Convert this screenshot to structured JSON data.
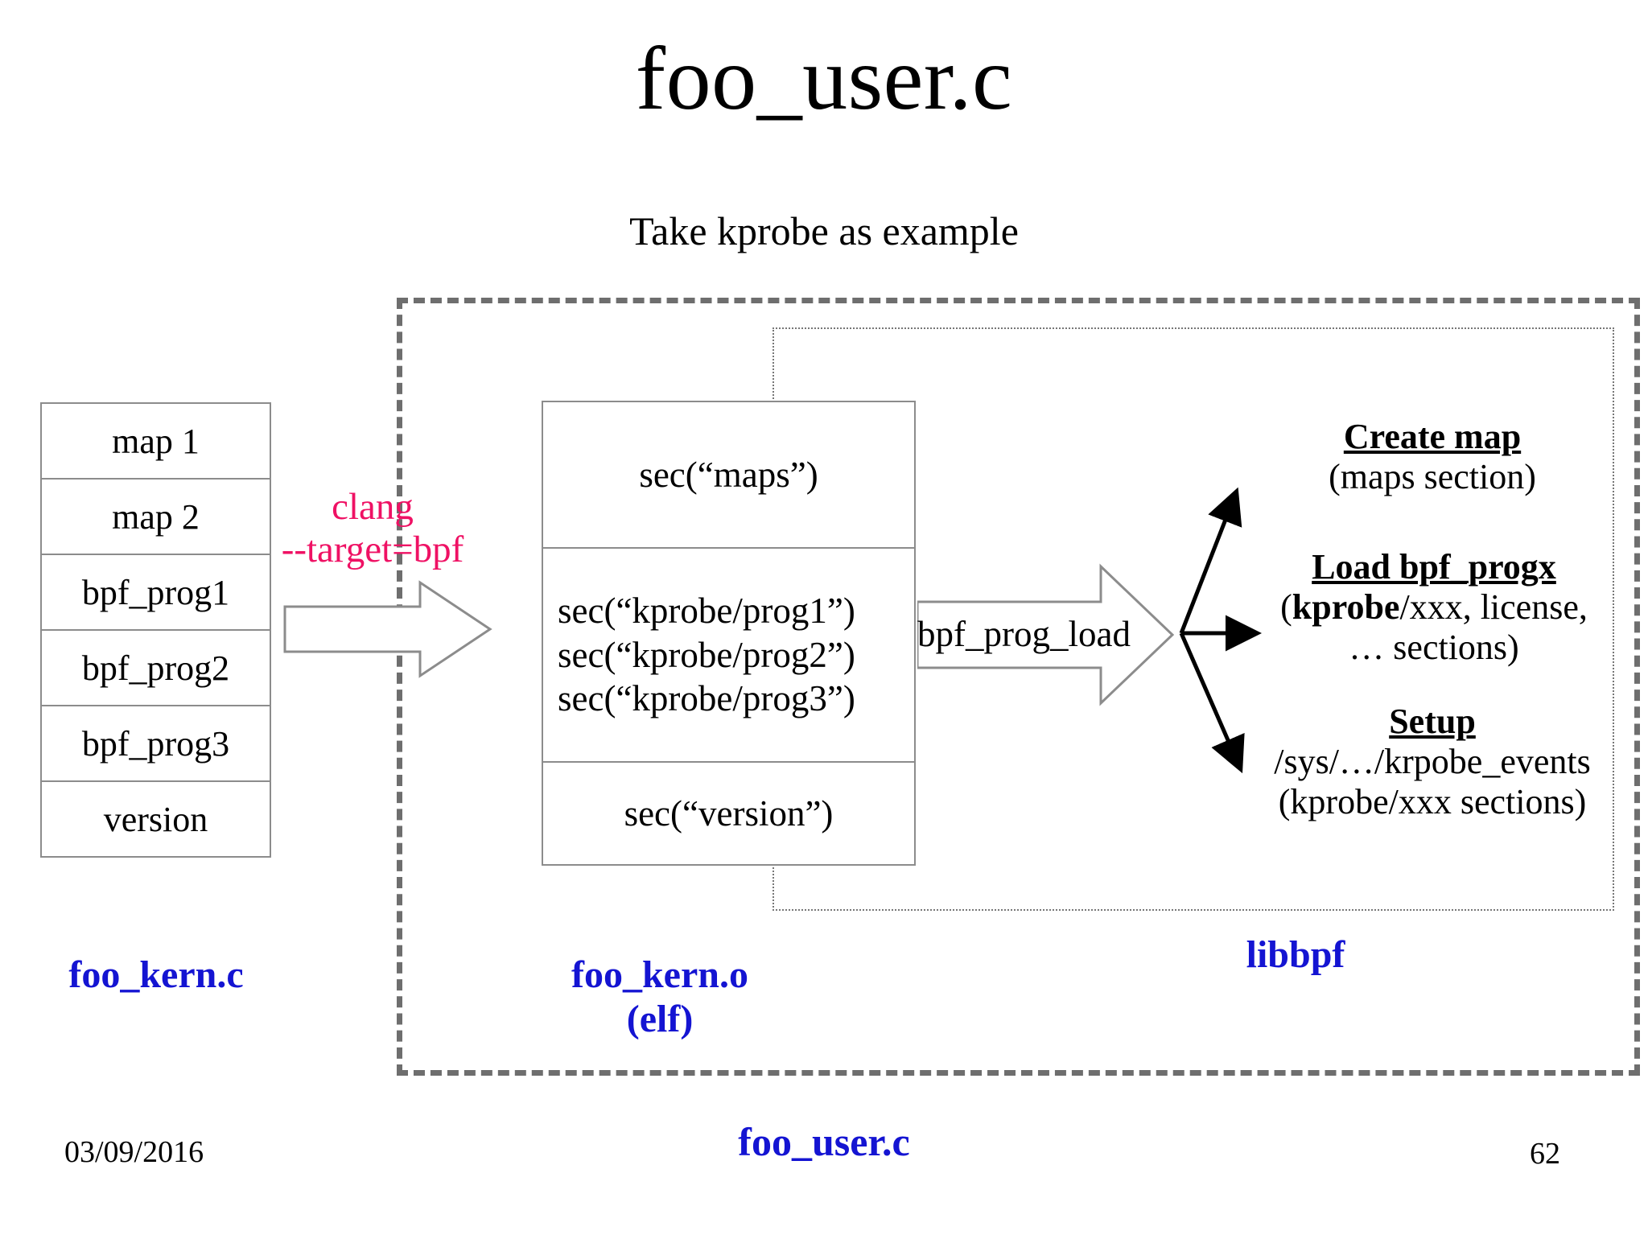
{
  "slide": {
    "title": "foo_user.c",
    "subtitle": "Take kprobe as example"
  },
  "source_table": {
    "rows": [
      {
        "label": "map 1"
      },
      {
        "label": "map 2"
      },
      {
        "label": "bpf_prog1"
      },
      {
        "label": "bpf_prog2"
      },
      {
        "label": "bpf_prog3"
      },
      {
        "label": "version"
      }
    ]
  },
  "compile": {
    "tool": "clang",
    "flag": "--target=bpf",
    "color": "#ef1164"
  },
  "elf_object": {
    "sections": [
      {
        "label": "sec(“maps”)"
      },
      {
        "lines": [
          "sec(“kprobe/prog1”)",
          "sec(“kprobe/prog2”)",
          "sec(“kprobe/prog3”)"
        ]
      },
      {
        "label": "sec(“version”)"
      }
    ]
  },
  "load_arrow": {
    "label": "bpf_prog_load"
  },
  "libbpf_actions": [
    {
      "heading": "Create map",
      "detail_prefix": "(maps section)",
      "detail_bold": "",
      "detail_suffix": "",
      "second_line": ""
    },
    {
      "heading": "Load bpf_progx",
      "detail_prefix": "(",
      "detail_bold": "kprobe",
      "detail_suffix": "/xxx, license,",
      "second_line": "… sections)"
    },
    {
      "heading": "Setup",
      "detail_prefix": "/sys/…/krpobe_events",
      "detail_bold": "",
      "detail_suffix": "",
      "second_line": "(kprobe/xxx sections)"
    }
  ],
  "captions": {
    "kern_c": "foo_kern.c",
    "kern_o_line1": "foo_kern.o",
    "kern_o_line2": "(elf)",
    "libbpf": "libbpf",
    "color": "#1414d2"
  },
  "footer": {
    "date": "03/09/2016",
    "center": "foo_user.c",
    "page": "62"
  }
}
